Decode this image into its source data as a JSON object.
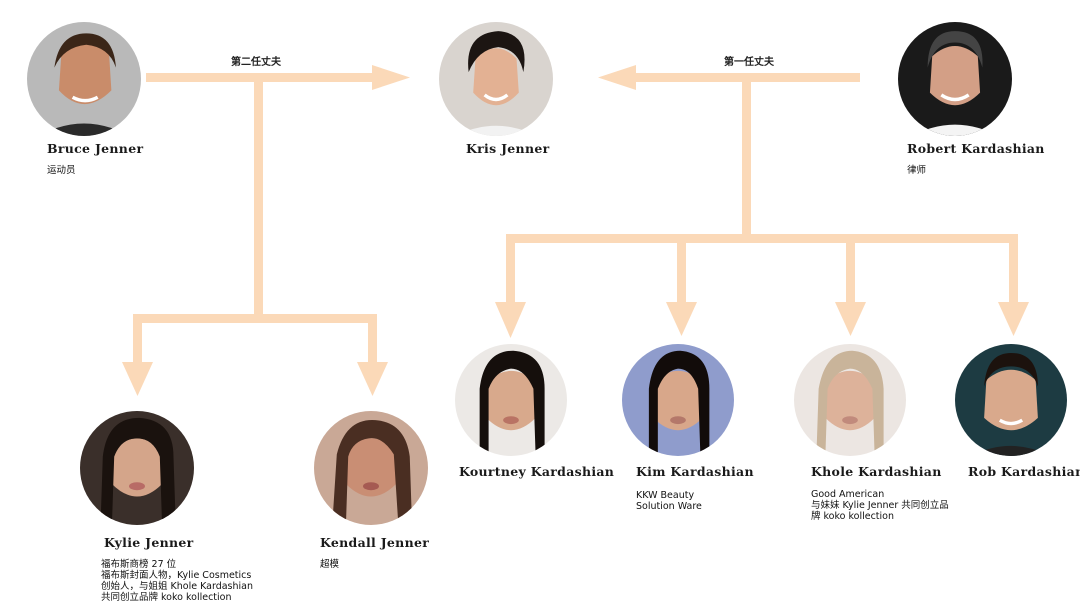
{
  "relations": {
    "second_husband": "第二任丈夫",
    "first_husband": "第一任丈夫"
  },
  "colors": {
    "arrow": "#fbd9b8"
  },
  "people": {
    "bruce": {
      "name": "Bruce Jenner",
      "desc": [
        "运动员"
      ]
    },
    "kris": {
      "name": "Kris Jenner",
      "desc": []
    },
    "robert": {
      "name": "Robert Kardashian",
      "desc": [
        "律师"
      ]
    },
    "kylie": {
      "name": "Kylie Jenner",
      "desc": [
        "福布斯商榜 27 位",
        "福布斯封面人物，Kylie Cosmetics",
        "创始人，与姐姐 Khole Kardashian",
        "共同创立品牌 koko kollection"
      ]
    },
    "kendall": {
      "name": "Kendall Jenner",
      "desc": [
        "超模"
      ]
    },
    "kourtney": {
      "name": "Kourtney Kardashian",
      "desc": []
    },
    "kim": {
      "name": "Kim Kardashian",
      "desc": [
        "KKW Beauty",
        "Solution Ware"
      ]
    },
    "khole": {
      "name": "Khole Kardashian",
      "desc": [
        "Good American",
        "与妹妹 Kylie Jenner 共同创立品",
        "牌 koko kollection"
      ]
    },
    "rob": {
      "name": "Rob Kardashian",
      "desc": []
    }
  }
}
